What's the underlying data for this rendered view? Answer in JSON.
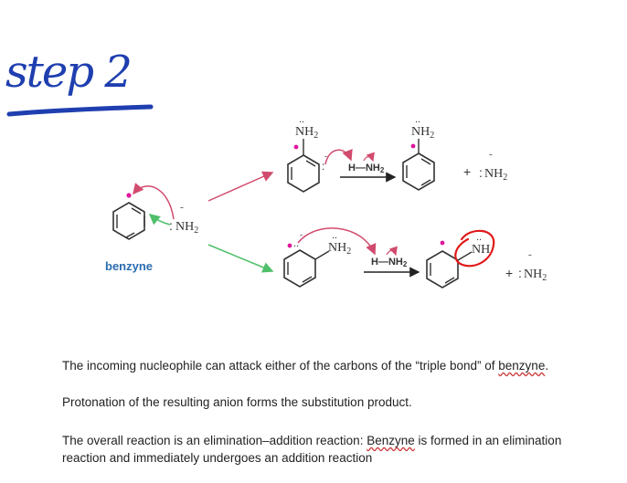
{
  "handwriting": {
    "title": "step 2"
  },
  "diagram": {
    "reactant_name": "benzyne",
    "nh2": "NH",
    "nh2_sub": "2",
    "nh_label": "NH",
    "h_nh2_h": "H",
    "plus": "+"
  },
  "text": {
    "p1_a": "The incoming nucleophile can attack either of the carbons of the “triple bond” of ",
    "p1_b": "benzyne",
    "p1_c": ".",
    "p2": "Protonation of the resulting anion forms the substitution product.",
    "p3_a": "The overall reaction is an elimination–addition reaction: ",
    "p3_b": "Benzyne",
    "p3_c": " is formed in an elimination",
    "p3_d": "reaction and immediately undergoes an addition reaction"
  },
  "colors": {
    "ink_blue": "#1f3fb0",
    "red_arrow": "#d14b6e",
    "green_arrow": "#4fbf6a",
    "magenta_dot": "#e0169a",
    "benzyne_label": "#2b6cb0",
    "red_circle": "#e01818"
  }
}
